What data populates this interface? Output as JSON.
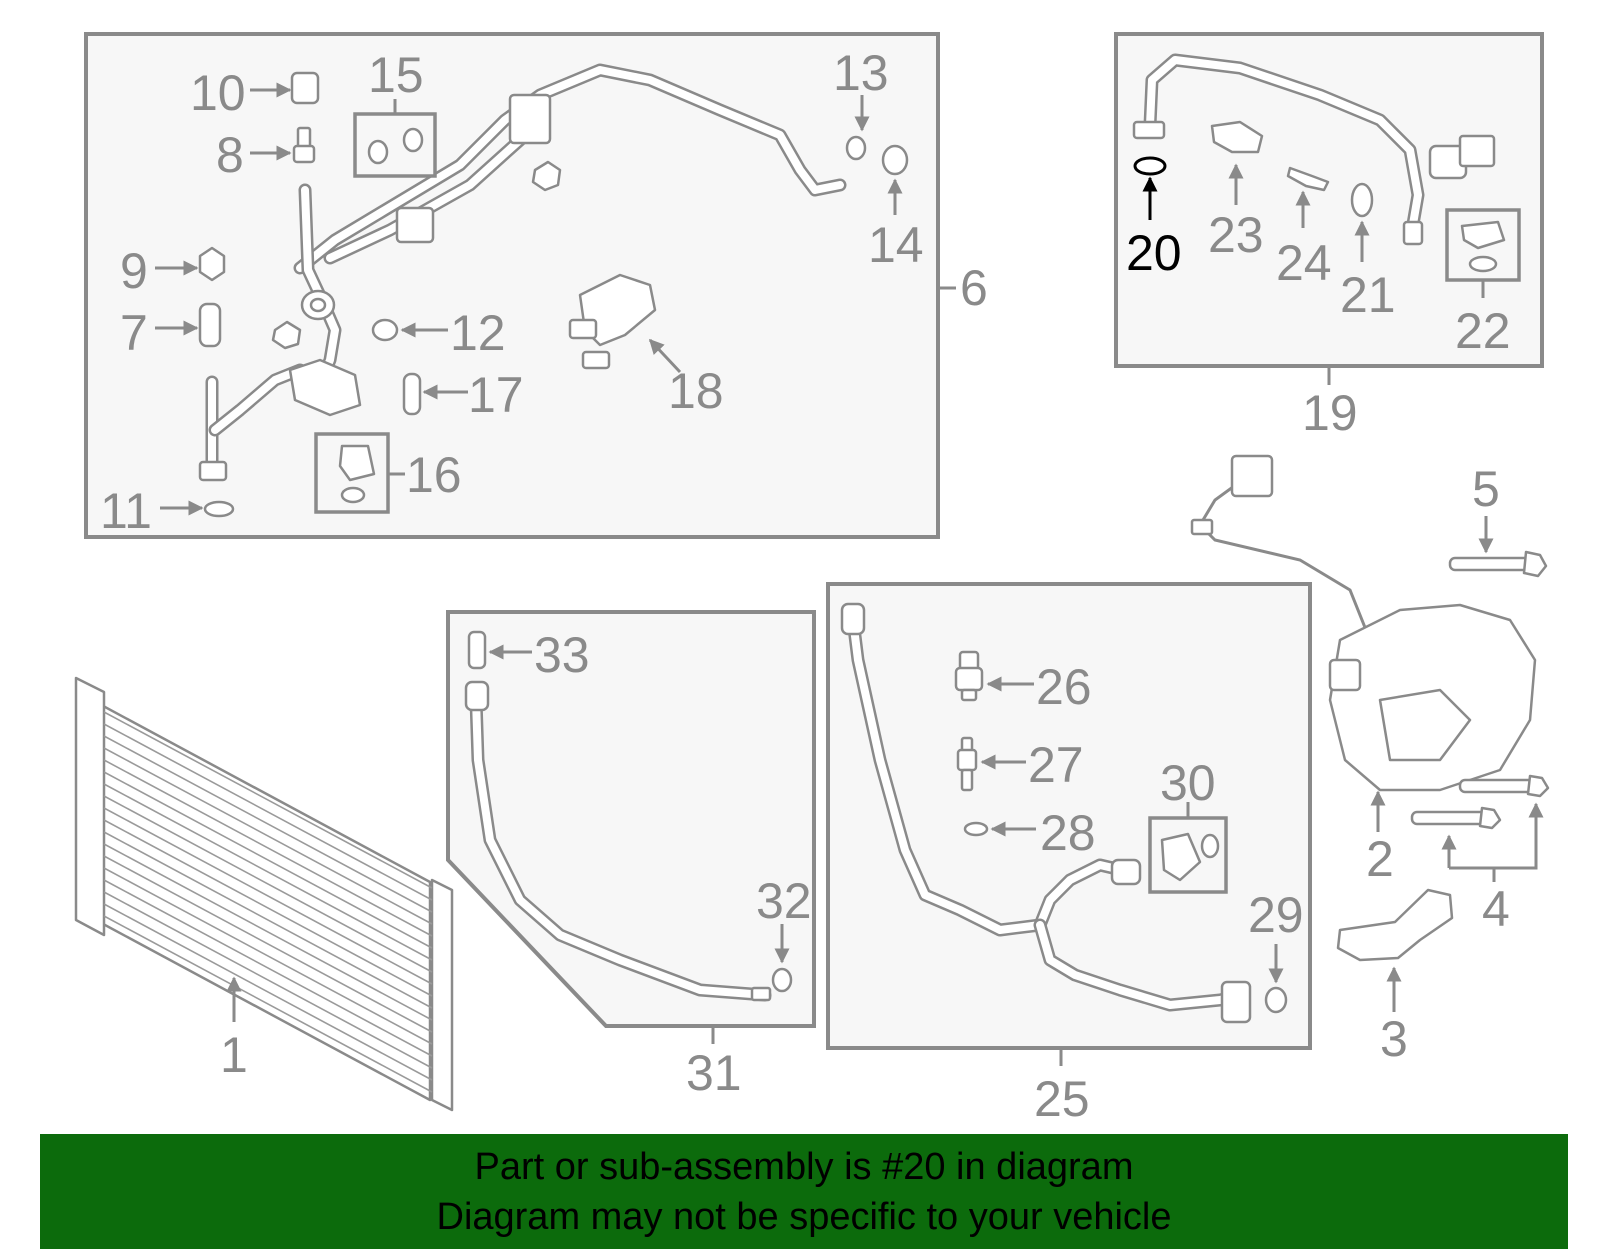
{
  "callouts": {
    "c1": "1",
    "c2": "2",
    "c3": "3",
    "c4": "4",
    "c5": "5",
    "c6": "6",
    "c7": "7",
    "c8": "8",
    "c9": "9",
    "c10": "10",
    "c11": "11",
    "c12": "12",
    "c13": "13",
    "c14": "14",
    "c15": "15",
    "c16": "16",
    "c17": "17",
    "c18": "18",
    "c19": "19",
    "c20": "20",
    "c21": "21",
    "c22": "22",
    "c23": "23",
    "c24": "24",
    "c25": "25",
    "c26": "26",
    "c27": "27",
    "c28": "28",
    "c29": "29",
    "c30": "30",
    "c31": "31",
    "c32": "32",
    "c33": "33"
  },
  "highlighted_part": "20",
  "colors": {
    "line_gray": "#8a8a8a",
    "highlight": "#000000",
    "banner_green": "#0c6b0c"
  },
  "footer": {
    "line1": "Part or sub-assembly is #20 in diagram",
    "line2": "Diagram may not be specific to your vehicle"
  }
}
